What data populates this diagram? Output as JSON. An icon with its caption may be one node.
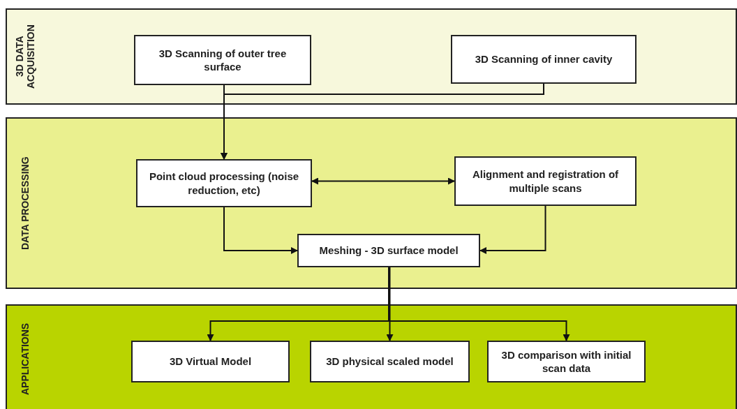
{
  "diagram": {
    "nodes": [
      {
        "text": [
          "3D DATA ACQUISITION"
        ]
      },
      {
        "text": [
          "3D Scanning of outer tree surface"
        ],
        "in": 0
      },
      {
        "text": [
          "3D Scanning of inner cavity"
        ],
        "in": 0
      },
      {
        "text": [
          "DATA PROCESSING"
        ]
      },
      {
        "text": [
          "Point cloud processing (noise reduction, etc)"
        ],
        "in": 3
      },
      {
        "text": [
          "Alignment and registration of multiple scans"
        ],
        "in": 3
      },
      {
        "text": [
          "Meshing - 3D surface model"
        ],
        "in": 3
      },
      {
        "text": [
          "APPLICATIONS"
        ]
      },
      {
        "text": [
          "3D Virtual Model"
        ],
        "in": 7
      },
      {
        "text": [
          "3D physical scaled model"
        ],
        "in": 7
      },
      {
        "text": [
          "3D comparison with initial scan data"
        ],
        "in": 7
      }
    ],
    "edges": [
      {
        "from": 1,
        "to": 4,
        "arrow": "to"
      },
      {
        "from": 2,
        "to": 4,
        "arrow": "to"
      },
      {
        "from": 4,
        "to": 5,
        "arrow": "both"
      },
      {
        "from": 4,
        "to": 6,
        "arrow": "to"
      },
      {
        "from": 5,
        "to": 6,
        "arrow": "to"
      },
      {
        "from": 6,
        "to": 8,
        "arrow": "to"
      },
      {
        "from": 6,
        "to": 9,
        "arrow": "to"
      },
      {
        "from": 6,
        "to": 10,
        "arrow": "to"
      }
    ]
  }
}
